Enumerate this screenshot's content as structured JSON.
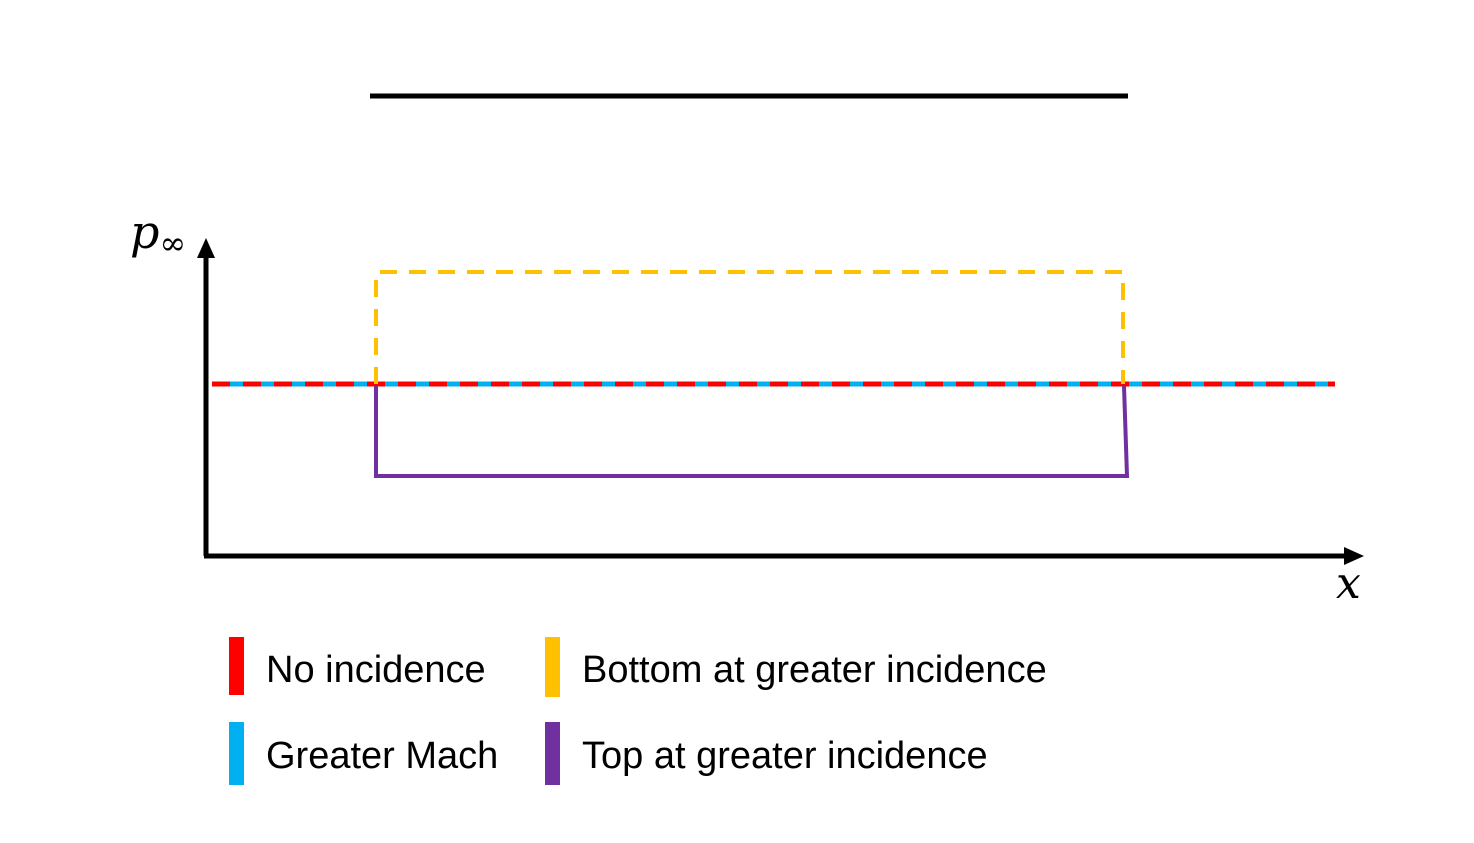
{
  "axes": {
    "y_label": "p",
    "y_label_subscript": "∞",
    "x_label": "x"
  },
  "colors": {
    "axis": "#000000",
    "plate": "#000000",
    "no_incidence": "#ff0000",
    "greater_mach": "#00b0f0",
    "bottom_greater_incidence": "#ffc000",
    "top_greater_incidence": "#7030a0"
  },
  "legend": {
    "no_incidence": "No incidence",
    "greater_mach": "Greater Mach",
    "bottom_greater_incidence": "Bottom at greater incidence",
    "top_greater_incidence": "Top at greater incidence"
  }
}
